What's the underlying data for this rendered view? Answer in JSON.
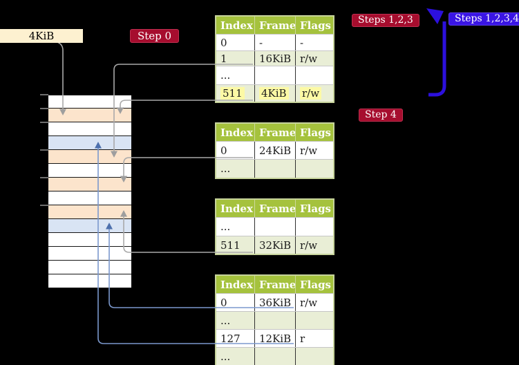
{
  "cr3_box": {
    "label": "4KiB"
  },
  "badges": {
    "step0": "Step 0",
    "steps123": "Steps 1,2,3",
    "steps1234": "Steps 1,2,3,4",
    "step4": "Step 4"
  },
  "page_tables": [
    {
      "headers": [
        "Index",
        "Frame",
        "Flags"
      ],
      "rows": [
        [
          "0",
          "-",
          "-"
        ],
        [
          "1",
          "16KiB",
          "r/w"
        ],
        [
          "...",
          "",
          ""
        ],
        [
          "511",
          "4KiB",
          "r/w"
        ]
      ],
      "highlighted_row": 3
    },
    {
      "headers": [
        "Index",
        "Frame",
        "Flags"
      ],
      "rows": [
        [
          "0",
          "24KiB",
          "r/w"
        ],
        [
          "...",
          "",
          ""
        ]
      ]
    },
    {
      "headers": [
        "Index",
        "Frame",
        "Flags"
      ],
      "rows": [
        [
          "...",
          "",
          ""
        ],
        [
          "511",
          "32KiB",
          "r/w"
        ]
      ]
    },
    {
      "headers": [
        "Index",
        "Frame",
        "Flags"
      ],
      "rows": [
        [
          "0",
          "36KiB",
          "r/w"
        ],
        [
          "...",
          "",
          ""
        ],
        [
          "127",
          "12KiB",
          "r"
        ],
        [
          "...",
          "",
          ""
        ]
      ]
    }
  ],
  "memory": {
    "rows": [
      "free",
      "page_table",
      "free",
      "mapped_page",
      "page_table",
      "free",
      "page_table",
      "free",
      "page_table",
      "mapped_page",
      "free",
      "free",
      "free",
      "free"
    ]
  },
  "colors": {
    "free": "#ffffff",
    "page_table": "#fce4cc",
    "mapped_page": "#d9e4f4",
    "gray_line": "#a9a9a9",
    "gray_head": "#9e9e9e",
    "blue_line": "#7b98cd",
    "blue_head": "#4d70ad",
    "loop_arrow": "#2c10dd",
    "table_header_bg": "#a5c23d",
    "table_alt_row_bg": "#e9eed6",
    "highlight_bg": "#fcf9a5",
    "frame_label_bg": "#fdf1d0",
    "red_badge_bg": "#a60d2e",
    "blue_badge_bg": "#3a15e4"
  }
}
